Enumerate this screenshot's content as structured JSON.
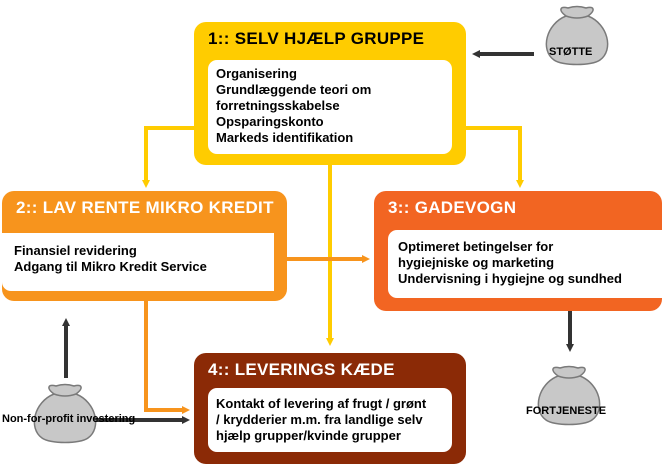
{
  "boxes": {
    "self_help": {
      "title": "1:: SELV HJÆLP GRUPPE",
      "lines": [
        "Organisering",
        "Grundlæggende teori om",
        "forretningsskabelse",
        "Opsparingskonto",
        "Markeds identifikation"
      ],
      "color": "#ffcc00"
    },
    "micro_credit": {
      "title": "2:: LAV RENTE MIKRO KREDIT",
      "lines": [
        "Finansiel revidering",
        "Adgang til Mikro Kredit Service"
      ],
      "color": "#f7941d"
    },
    "street_cart": {
      "title": "3:: GADEVOGN",
      "lines": [
        "Optimeret betingelser for",
        "hygiejniske og marketing",
        "Undervisning i hygiejne og sundhed"
      ],
      "color": "#f26522"
    },
    "supply_chain": {
      "title": "4:: LEVERINGS KÆDE",
      "lines": [
        "Kontakt of levering af frugt / grønt",
        "/ krydderier m.m. fra landlige selv",
        "hjælp grupper/kvinde grupper"
      ],
      "color": "#8b2a06"
    }
  },
  "sacks": {
    "support": "STØTTE",
    "profit": "FORTJENESTE",
    "nonprofit": "Non-for-profit investering"
  },
  "colors": {
    "arrow_yellow": "#ffcc00",
    "arrow_orange": "#f7941d",
    "arrow_dark": "#333333",
    "sack_fill": "#c8c8c8",
    "sack_stroke": "#7a7a7a"
  }
}
